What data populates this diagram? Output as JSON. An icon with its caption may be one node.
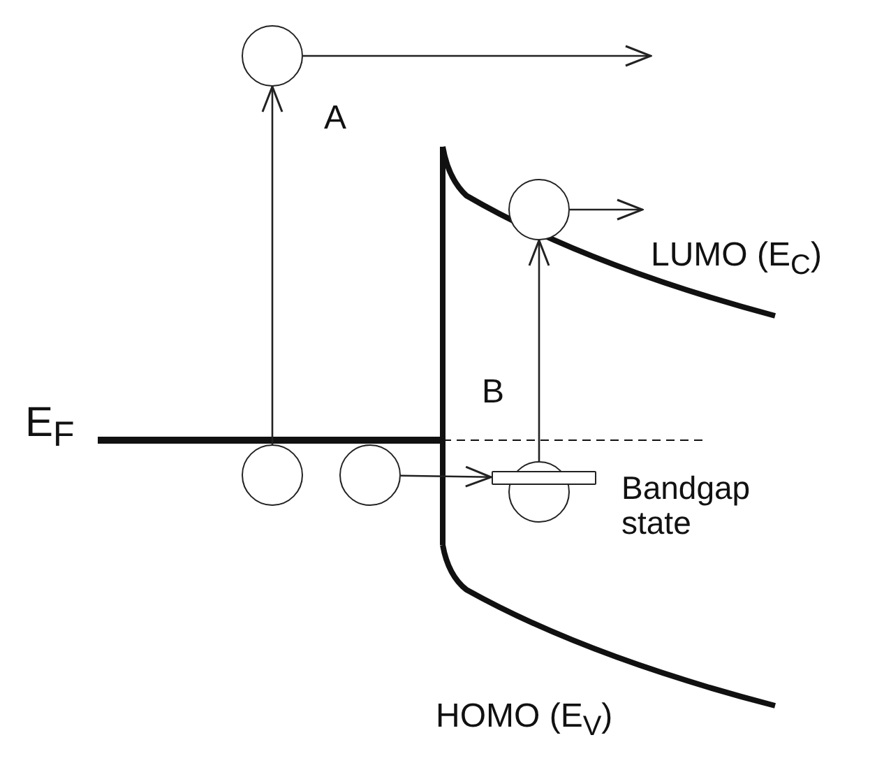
{
  "diagram": {
    "nodes": [
      {
        "text": [],
        "shape": "circle"
      },
      {
        "text": [],
        "shape": "circle"
      },
      {
        "text": [],
        "shape": "circle"
      },
      {
        "text": [],
        "shape": "bar"
      },
      {
        "text": [],
        "shape": "circle"
      },
      {
        "text": [],
        "shape": "circle"
      }
    ],
    "edges": [
      {
        "from": 1,
        "to": 0,
        "arrow": "to"
      },
      {
        "from": 0,
        "to": null,
        "arrow": "to"
      },
      {
        "from": 2,
        "to": 3,
        "arrow": "to"
      },
      {
        "from": 4,
        "to": 5,
        "arrow": "to"
      },
      {
        "from": 5,
        "to": null,
        "arrow": "to"
      }
    ],
    "labels": [
      "A",
      "LUMO (E$_{C}$)",
      "B",
      "E$_{F}$",
      "Bandgap state",
      "HOMO (E$_{V}$)"
    ]
  }
}
